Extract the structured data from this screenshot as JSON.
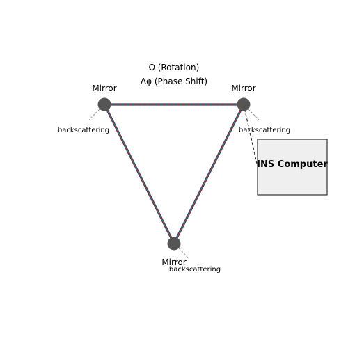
{
  "colors": {
    "background": "#ffffff",
    "mirror_fill": "#555555",
    "beam_a": "#d62728",
    "beam_b": "#1f77b4",
    "beam_outline": "#444444",
    "leader_line": "#999999",
    "connector": "#333333",
    "box_fill": "#efefef",
    "box_stroke": "#333333",
    "text": "#000000"
  },
  "annotations": {
    "rotation": "Ω (Rotation)",
    "phase_shift": "Δφ (Phase Shift)"
  },
  "mirrors": [
    {
      "label": "Mirror",
      "note": "backscattering"
    },
    {
      "label": "Mirror",
      "note": "backscattering"
    },
    {
      "label": "Mirror",
      "note": "backscattering"
    }
  ],
  "computer": {
    "label": "INS Computer"
  }
}
